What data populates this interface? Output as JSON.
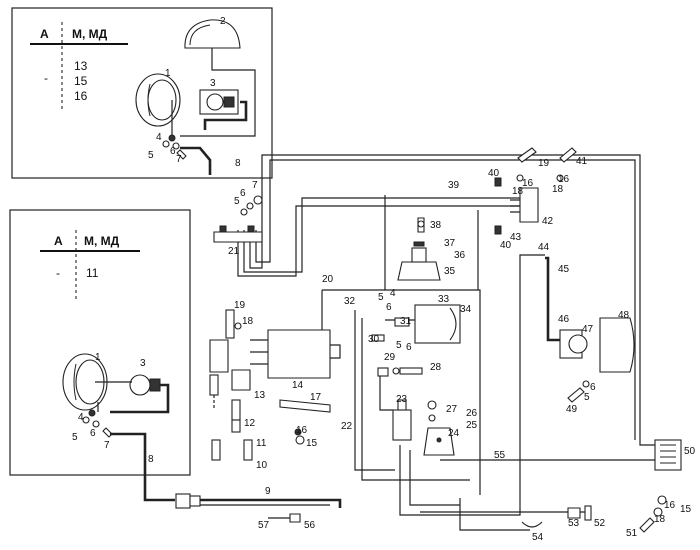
{
  "inset_top": {
    "header_a": "А",
    "header_m": "М, МД",
    "col_a_value": "-",
    "col_m_values": [
      "13",
      "15",
      "16"
    ]
  },
  "inset_left": {
    "header_a": "А",
    "header_m": "М, МД",
    "col_a_value": "-",
    "col_m_values": [
      "11"
    ]
  },
  "callouts": [
    "1",
    "2",
    "3",
    "4",
    "5",
    "6",
    "7",
    "8",
    "9",
    "10",
    "11",
    "12",
    "13",
    "14",
    "15",
    "16",
    "17",
    "18",
    "19",
    "20",
    "21",
    "22",
    "23",
    "24",
    "25",
    "26",
    "27",
    "28",
    "29",
    "30",
    "31",
    "32",
    "33",
    "34",
    "35",
    "36",
    "37",
    "38",
    "39",
    "40",
    "41",
    "42",
    "43",
    "44",
    "45",
    "46",
    "47",
    "48",
    "49",
    "50",
    "51",
    "52",
    "53",
    "54",
    "55",
    "56",
    "57"
  ]
}
